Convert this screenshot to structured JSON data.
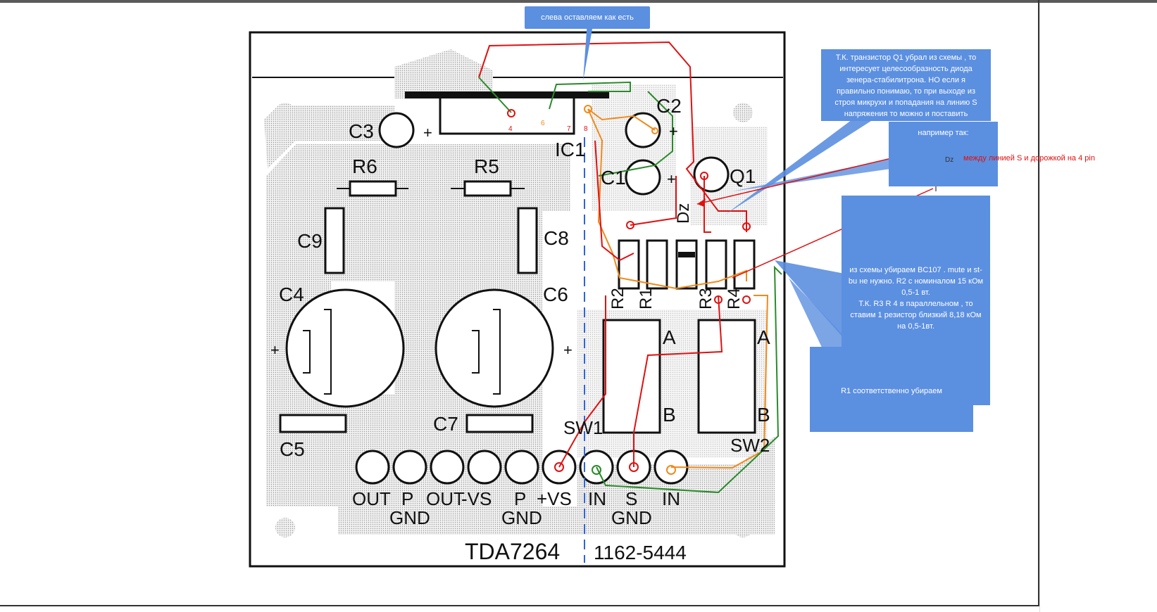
{
  "callouts": {
    "top": "слева оставляем как есть",
    "zener": "Т.К. транзистор Q1 убрал из схемы , то интересует целесообразность диода зенера-стабилитрона. НО если я правильно понимаю, то при выходе из строя микрухи и попадания на линию S напряжения то можно и поставить",
    "example": "например так:",
    "example_dz": "Dz",
    "between": "между  линией S и дорожкой на 4 pin",
    "remove": "из схемы убираем BC107 . mute и st-bu не нужно. R2 с номиналом  15 кОм 0,5-1 вт.\nТ.К.  R3 R 4 в параллельном , то ставим 1 резистор  близкий 8,18 кОм на 0,5-1вт.",
    "r1": "R1 соответственно убираем"
  },
  "board": {
    "components": {
      "c3": "C3",
      "c2": "C2",
      "c1": "C1",
      "q1": "Q1",
      "ic1": "IC1",
      "r6": "R6",
      "r5": "R5",
      "c9": "C9",
      "c8": "C8",
      "c4": "C4",
      "c6": "C6",
      "c5": "C5",
      "c7": "C7",
      "sw1": "SW1",
      "sw2": "SW2",
      "dz": "Dz",
      "r2": "R2",
      "r1": "R1",
      "r4": "R4",
      "r3": "R3",
      "a1": "A",
      "a2": "A",
      "b1": "B",
      "b2": "B",
      "plus": "+"
    },
    "pins": {
      "p4": "4",
      "p6": "6",
      "p7": "7",
      "p8": "8"
    },
    "connectors": {
      "out1": "OUT",
      "p1": "P",
      "gnd1": "GND",
      "out2": "OUT",
      "minus_vs": "-VS",
      "p2": "P",
      "gnd2": "GND",
      "plus_vs": "+VS",
      "in1": "IN",
      "s": "S",
      "gnd3": "GND",
      "in2": "IN"
    },
    "model": "TDA7264",
    "part_number": "1162-5444"
  },
  "colors": {
    "callout": "#5b8fe0",
    "trace_red": "#e01010",
    "trace_green": "#2a8a2a",
    "trace_orange": "#f08a1a",
    "dashed_blue": "#2f66d0"
  }
}
